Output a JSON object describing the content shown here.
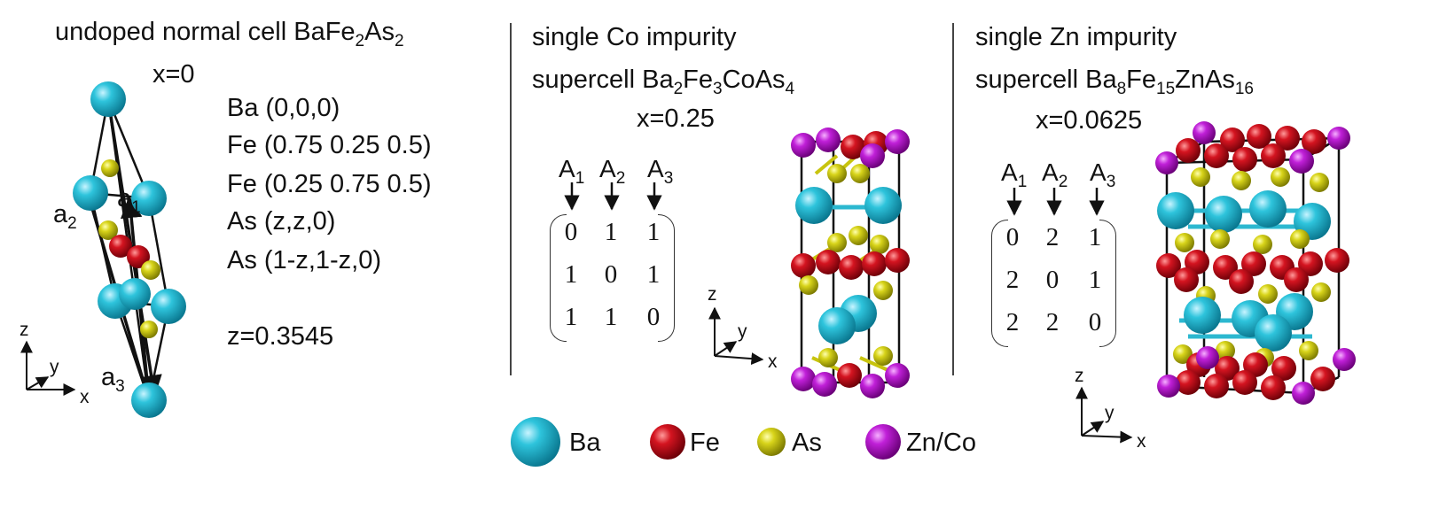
{
  "panel1": {
    "title_main": "undoped normal cell BaFe",
    "title_sub1": "2",
    "title_mid": "As",
    "title_sub2": "2",
    "x_value": "x=0",
    "positions": [
      "Ba (0,0,0)",
      "Fe (0.75 0.25 0.5)",
      "Fe (0.25 0.75 0.5)",
      "As (z,z,0)",
      "As (1-z,1-z,0)"
    ],
    "z_value": "z=0.3545",
    "vec_a1": "a",
    "vec_a1_sub": "1",
    "vec_a2": "a",
    "vec_a2_sub": "2",
    "vec_a3": "a",
    "vec_a3_sub": "3"
  },
  "panel2": {
    "line1": "single Co impurity",
    "line2_a": "supercell Ba",
    "line2_s1": "2",
    "line2_b": "Fe",
    "line2_s2": "3",
    "line2_c": "CoAs",
    "line2_s3": "4",
    "x_value": "x=0.25",
    "col_labels": [
      {
        "a": "A",
        "s": "1"
      },
      {
        "a": "A",
        "s": "2"
      },
      {
        "a": "A",
        "s": "3"
      }
    ],
    "matrix": [
      [
        "0",
        "1",
        "1"
      ],
      [
        "1",
        "0",
        "1"
      ],
      [
        "1",
        "1",
        "0"
      ]
    ]
  },
  "panel3": {
    "line1": "single Zn impurity",
    "line2_a": "supercell Ba",
    "line2_s1": "8",
    "line2_b": "Fe",
    "line2_s2": "15",
    "line2_c": "ZnAs",
    "line2_s3": "16",
    "x_value": "x=0.0625",
    "col_labels": [
      {
        "a": "A",
        "s": "1"
      },
      {
        "a": "A",
        "s": "2"
      },
      {
        "a": "A",
        "s": "3"
      }
    ],
    "matrix": [
      [
        "0",
        "2",
        "1"
      ],
      [
        "2",
        "0",
        "1"
      ],
      [
        "2",
        "2",
        "0"
      ]
    ]
  },
  "axes": {
    "x": "x",
    "y": "y",
    "z": "z"
  },
  "legend": [
    {
      "label": "Ba",
      "color": "#1ab0c8"
    },
    {
      "label": "Fe",
      "color": "#c8101c"
    },
    {
      "label": "As",
      "color": "#c8c40e"
    },
    {
      "label": "Zn/Co",
      "color": "#b40ec8"
    }
  ],
  "colors": {
    "ba": "#1ab0c8",
    "fe": "#c8101c",
    "as": "#c8c40e",
    "zn": "#b40ec8",
    "bond": "#111111"
  }
}
